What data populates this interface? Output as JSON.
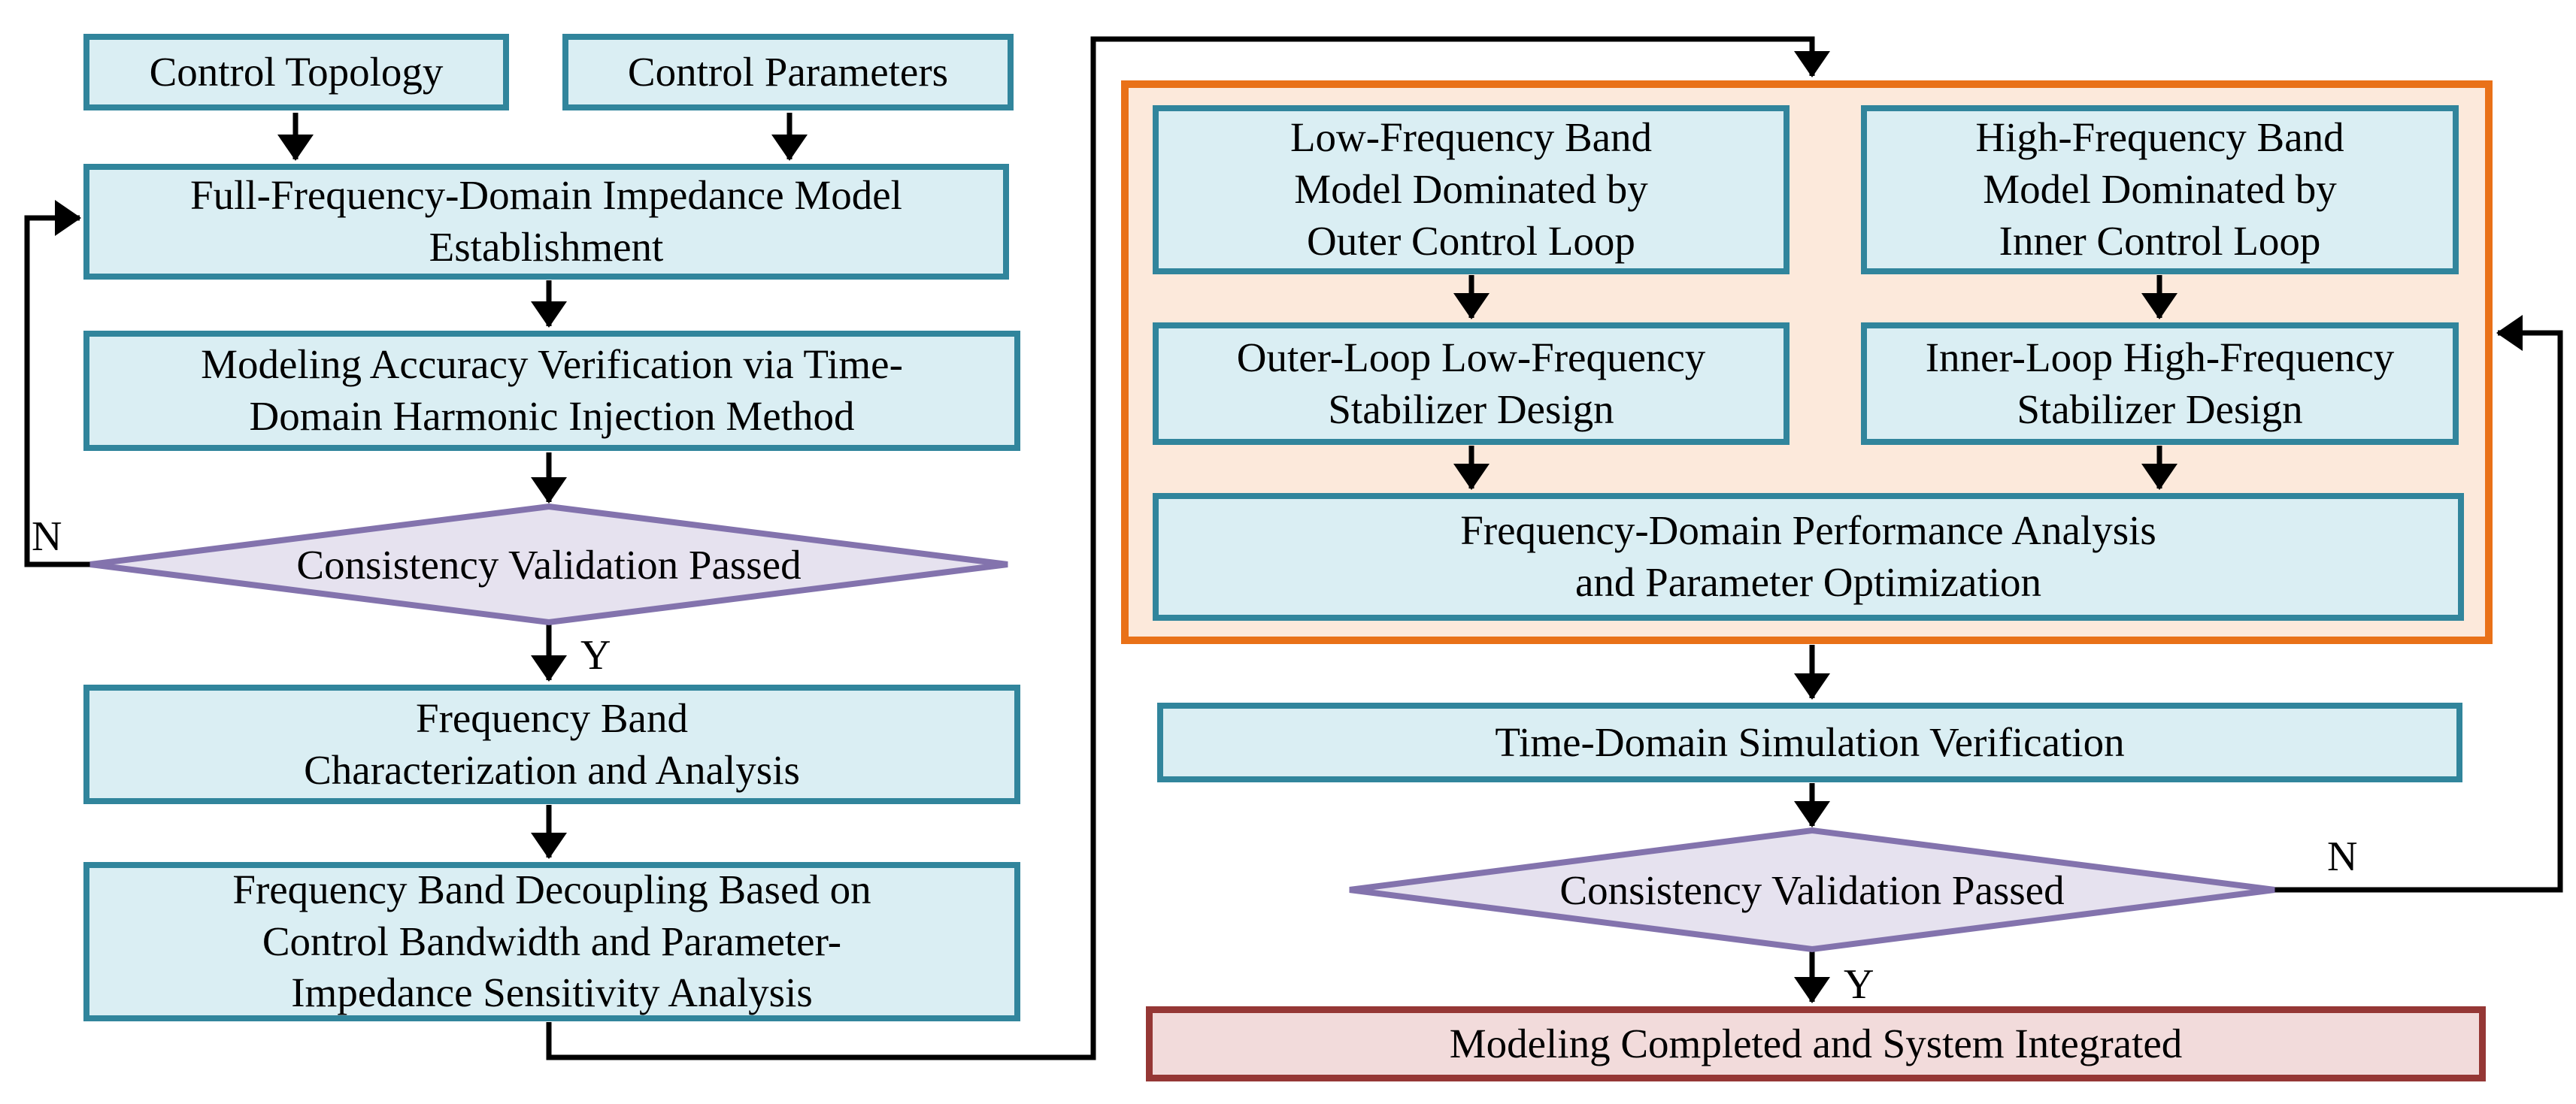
{
  "flowchart": {
    "inputs": {
      "control_topology": "Control Topology",
      "control_parameters": "Control Parameters"
    },
    "modeling_stage": {
      "impedance_model": "Full-Frequency-Domain Impedance Model\nEstablishment",
      "accuracy_verification": "Modeling Accuracy Verification via Time-\nDomain Harmonic Injection Method",
      "validation_decision": "Consistency Validation Passed",
      "band_characterization": "Frequency Band\nCharacterization and Analysis",
      "band_decoupling": "Frequency Band Decoupling Based on\nControl Bandwidth and Parameter-\nImpedance Sensitivity Analysis"
    },
    "design_stage": {
      "low_freq_model": "Low-Frequency Band\nModel Dominated by\nOuter Control Loop",
      "high_freq_model": "High-Frequency Band\nModel Dominated by\nInner Control Loop",
      "outer_loop_stabilizer": "Outer-Loop Low-Frequency\nStabilizer Design",
      "inner_loop_stabilizer": "Inner-Loop High-Frequency\nStabilizer Design",
      "performance_analysis": "Frequency-Domain Performance Analysis\nand Parameter Optimization"
    },
    "verification_stage": {
      "time_domain_simulation": "Time-Domain Simulation Verification",
      "validation_decision": "Consistency Validation Passed",
      "completed": "Modeling Completed and System Integrated"
    },
    "branch_labels": {
      "yes": "Y",
      "no": "N"
    }
  },
  "colors": {
    "process_fill": "#DAEEF3",
    "process_border": "#31859C",
    "decision_fill": "#E6E2EF",
    "decision_border": "#8373AD",
    "stage_group_fill": "#FCE9DB",
    "stage_group_border": "#E97118",
    "terminal_fill": "#F2DBDB",
    "terminal_border": "#953735",
    "connector": "#000000"
  }
}
